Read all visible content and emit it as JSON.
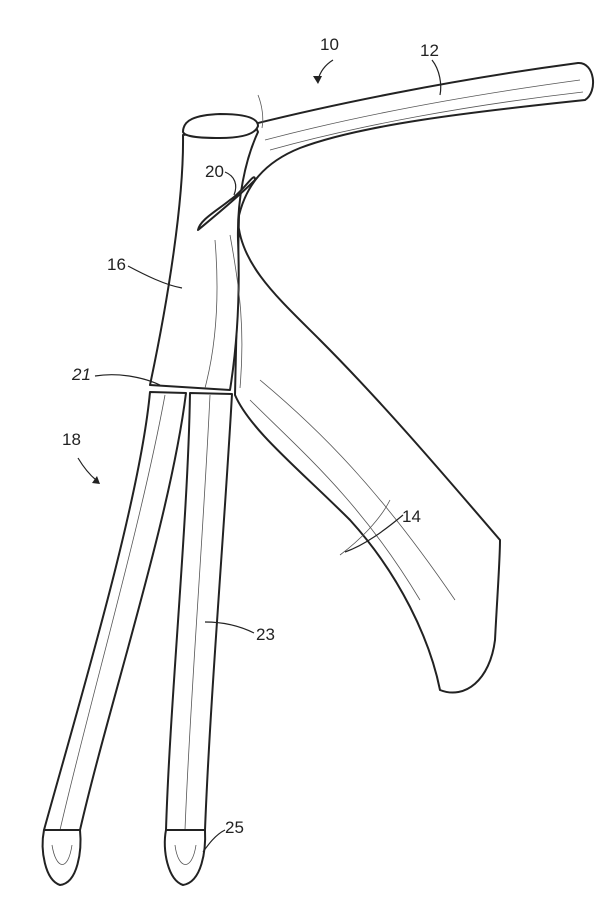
{
  "figure": {
    "labels": {
      "device": "10",
      "upper_handle": "12",
      "lower_handle": "14",
      "body": "16",
      "blades": "18",
      "recess": "20",
      "junction": "21",
      "blade": "23",
      "tip": "25"
    }
  }
}
